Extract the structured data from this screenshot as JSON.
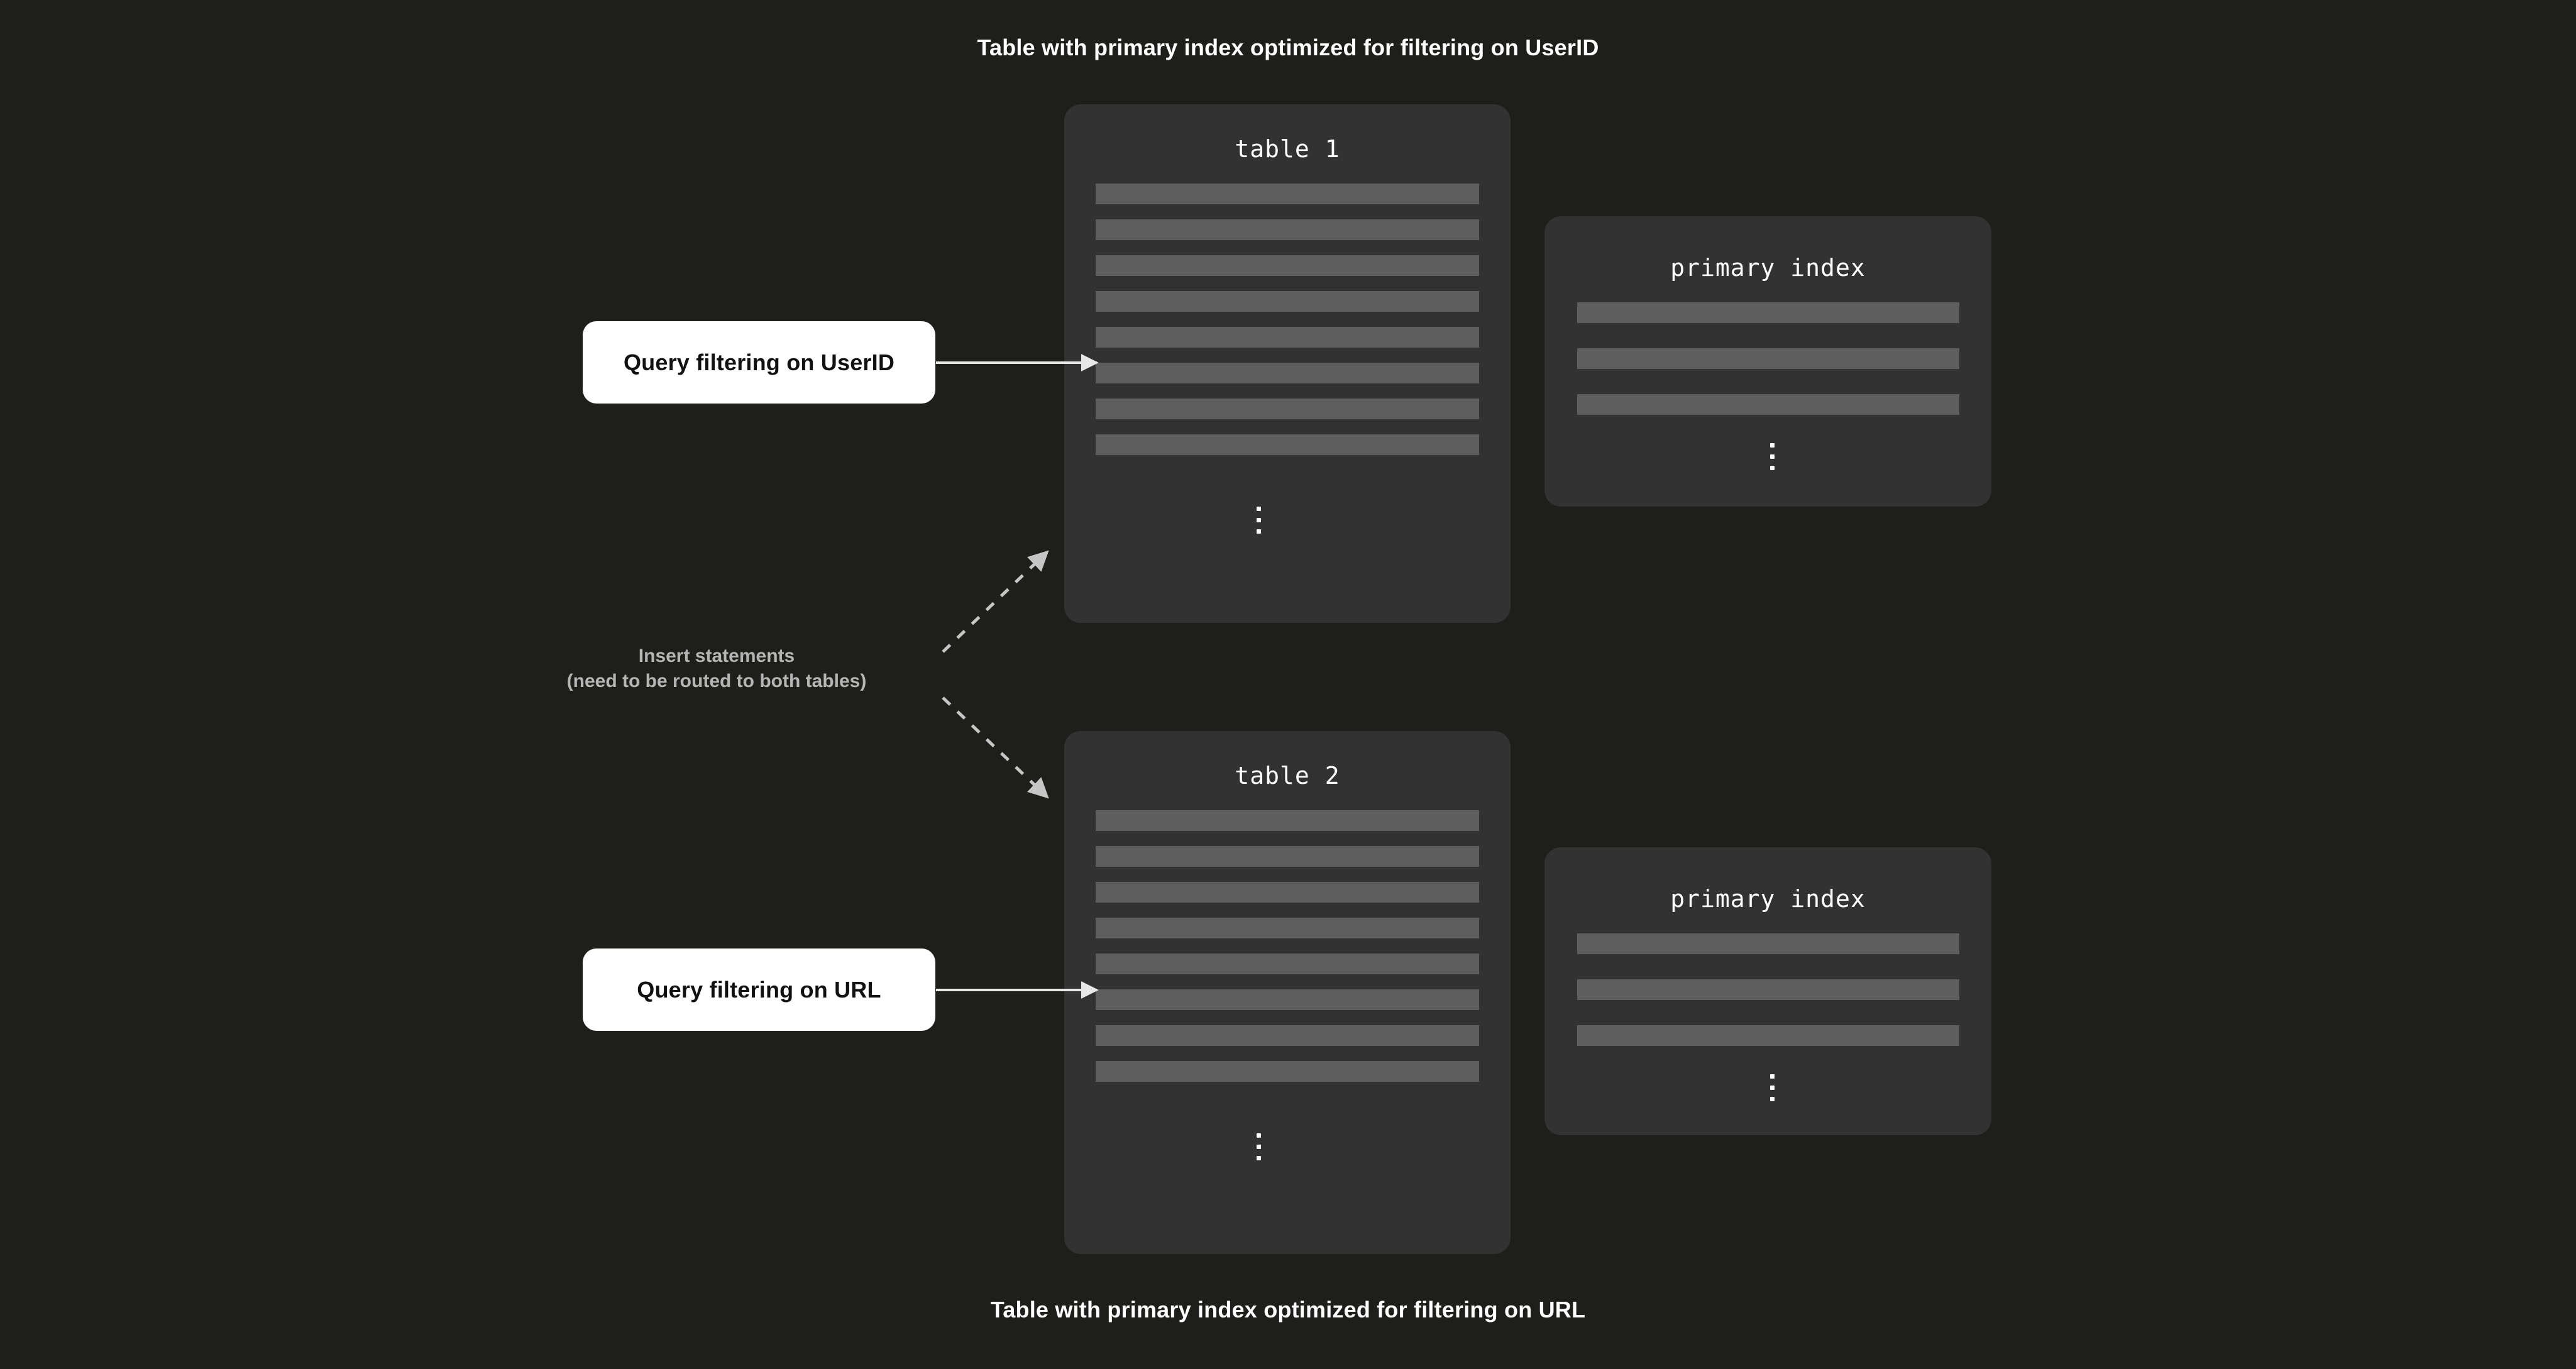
{
  "page": {
    "background_color": "#1e1f1a",
    "panel_color": "#323232",
    "row_color": "#5e5e5e",
    "accent_white": "#ffffff",
    "muted_text_color": "#b5b5b5",
    "arrow_color": "#d8d8d8"
  },
  "captions": {
    "top": "Table with primary index optimized for filtering on UserID",
    "bottom": "Table with primary index optimized for filtering on URL"
  },
  "tables": [
    {
      "id": "table1",
      "title": "table 1",
      "row_count": 8,
      "ellipsis": "⋮"
    },
    {
      "id": "table2",
      "title": "table 2",
      "row_count": 8,
      "ellipsis": "⋮"
    }
  ],
  "indexes": [
    {
      "id": "index1",
      "title": "primary index",
      "row_count": 3,
      "ellipsis": "⋮"
    },
    {
      "id": "index2",
      "title": "primary index",
      "row_count": 3,
      "ellipsis": "⋮"
    }
  ],
  "queries": [
    {
      "id": "query1",
      "label": "Query filtering on UserID"
    },
    {
      "id": "query2",
      "label": "Query filtering on URL"
    }
  ],
  "insert_label": {
    "line1": "Insert statements",
    "line2": "(need to be routed to both tables)"
  }
}
